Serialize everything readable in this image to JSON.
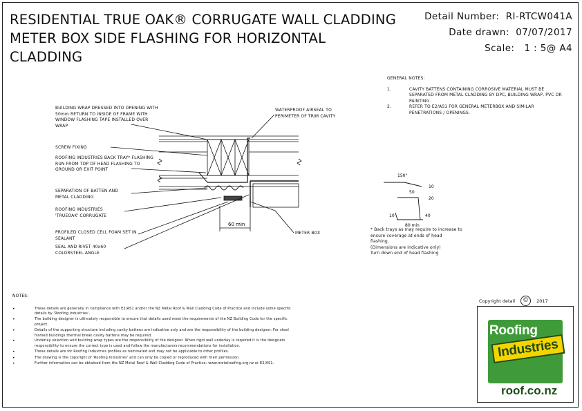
{
  "title": {
    "line1": "RESIDENTIAL TRUE OAK® CORRUGATE WALL CLADDING",
    "line2": "METER BOX SIDE FLASHING FOR HORIZONTAL",
    "line3": "CLADDING"
  },
  "detail": {
    "number_label": "Detail Number:",
    "number_value": "RI-RTCW041A",
    "date_label": "Date drawn:",
    "date_value": "07/07/2017",
    "scale_label": "Scale:",
    "scale_value": "1 : 5@ A4"
  },
  "general_notes": {
    "heading": "GENERAL NOTES:",
    "items": [
      {
        "num": "1.",
        "text": "CAVITY BATTENS CONTAINING CORROSIVE MATERIAL MUST BE SEPARATED FROM METAL CLADDING BY DPC, BUILDING WRAP, PVC OR PAINTING."
      },
      {
        "num": "2.",
        "text": "REFER TO E2/AS1 FOR GENERAL METERBOX AND SIMILAR PENETRATIONS / OPENINGS."
      }
    ]
  },
  "callouts": {
    "building_wrap": "BUILDING WRAP DRESSED INTO OPENING WITH 50mm RETURN TO INSIDE OF FRAME WITH WINDOW FLASHING TAPE INSTALLED OVER WRAP",
    "screw_fixing": "SCREW FIXING",
    "back_tray": "ROOFING INDUSTRIES BACK TRAY* FLASHING RUN FROM TOP OF HEAD FLASHING TO GROUND OR EXIT POINT",
    "separation": "SEPARATION OF BATTEN AND METAL CLADDING",
    "true_oak": "ROOFING INDUSTRIES 'TRUEOAK' CORRUGATE",
    "foam": "PROFILED CLOSED CELL FOAM SET IN SEALANT",
    "seal_rivet": "SEAL AND RIVET 40x60 COLORSTEEL ANGLE",
    "airseal": "WATERPROOF AIRSEAL TO PERIMETER OF TRIM CAVITY",
    "meter_box": "METER BOX",
    "dim_60": "60 min"
  },
  "flashing_profile": {
    "angle": "150°",
    "dim_10_top": "10",
    "dim_50": "50",
    "dim_20": "20",
    "dim_10_left": "10",
    "dim_40": "40",
    "dim_80": "80 min"
  },
  "dims_note": {
    "line1": "* Back trays as may require to increase to",
    "line2": "ensure coverage at ends of head",
    "line3": "flashing.",
    "line4": "(Dimensions are indicative only)",
    "line5": "Turn down end of head flashing"
  },
  "notes": {
    "heading": "NOTES:",
    "items": [
      "These details are generally in compliance with E2/AS1 and/or the NZ Metal Roof & Wall Cladding Code of Practice and include some specific details by 'Roofing Industries'.",
      "The building designer is ultimately responsible to ensure that details used meet the requirements of the NZ Building Code for the specific project.",
      "Details of the supporting structure including cavity battens are indicative only and are the responsibility of the building designer. For steel framed buildings thermal break cavity battens may be required.",
      "Underlay selection and building wrap types are the responsibility of the designer. When rigid wall underlay is required it is the designers responsibility to ensure the correct type is used and follow the manufacturers recommendations for installation.",
      "These details are for Roofing Industries profiles as nominated and may not be applicable to other profiles.",
      "The drawing is the copyright of 'Roofing Industries' and can only be copied or reproduced with their permission.",
      "Further information can be obtained from the NZ Metal Roof & Wall Cladding Code of Practice: www.metalroofing.org.nz or E2/AS1."
    ]
  },
  "copyright": {
    "label": "Copyright detail",
    "symbol": "©",
    "year": "2017"
  },
  "logo": {
    "word1": "Roofing",
    "word2": "Industries",
    "url": "roof.co.nz",
    "brand_green": "#3f9b3a",
    "brand_yellow": "#f5d400"
  }
}
